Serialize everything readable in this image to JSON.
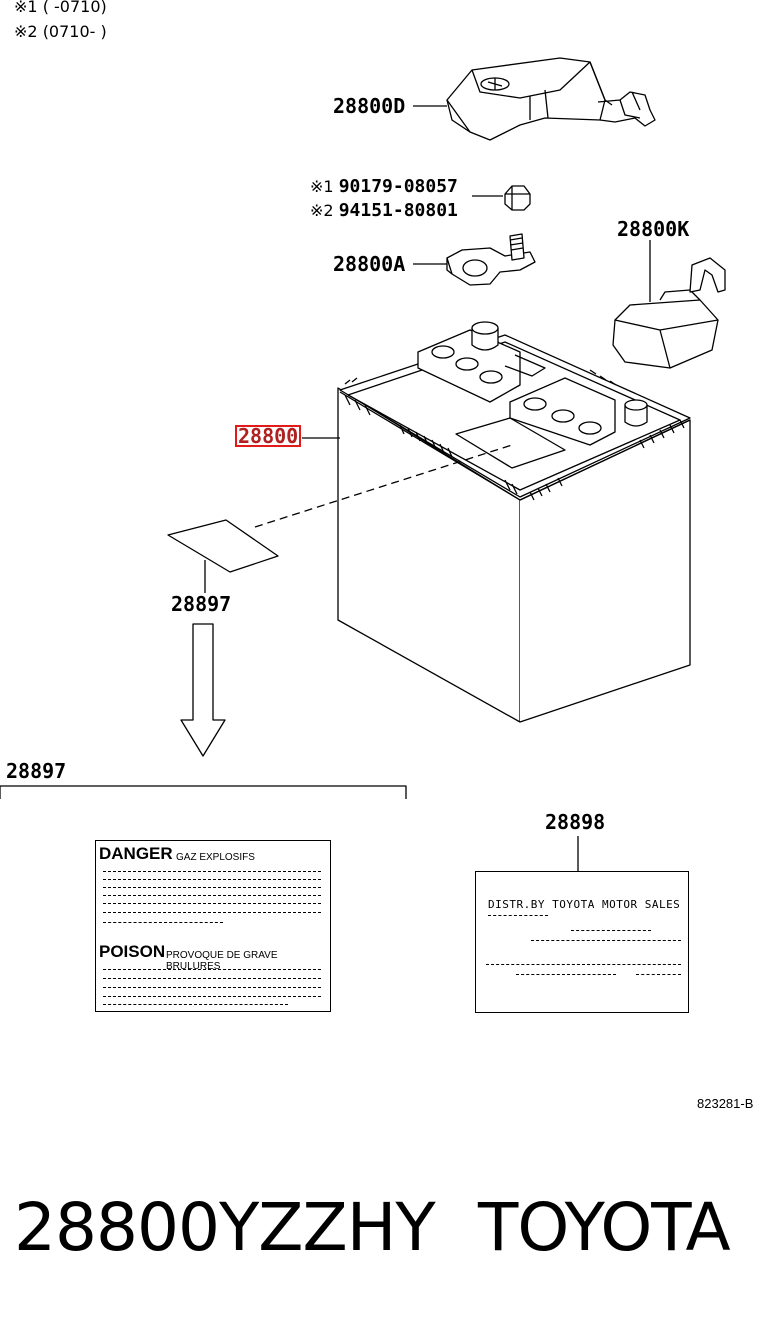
{
  "notes": {
    "note1_mark": "※1",
    "note1_range": "(      -0710)",
    "note2_mark": "※2",
    "note2_range": "(0710-      )"
  },
  "callouts": {
    "terminal_cover": "28800D",
    "nut_note1_mark": "※1",
    "nut_note1_number": "90179-08057",
    "nut_note2_mark": "※2",
    "nut_note2_number": "94151-80801",
    "terminal_clamp": "28800A",
    "terminal_cover_k": "28800K",
    "battery": "28800",
    "label": "28897"
  },
  "detail": {
    "section_number": "28897",
    "danger_label": {
      "title": "DANGER",
      "subtitle": "GAZ EXPLOSIFS",
      "title2": "POISON",
      "subtitle2": "PROVOQUE DE GRAVE BRULURES"
    },
    "distr_label": {
      "number": "28898",
      "text": "DISTR.BY  TOYOTA  MOTOR  SALES"
    }
  },
  "reference_code": "823281-B",
  "footer": {
    "part_code": "28800YZZHY",
    "brand": "TOYOTA"
  },
  "colors": {
    "highlight": "#e21a1a",
    "line": "#000000"
  }
}
